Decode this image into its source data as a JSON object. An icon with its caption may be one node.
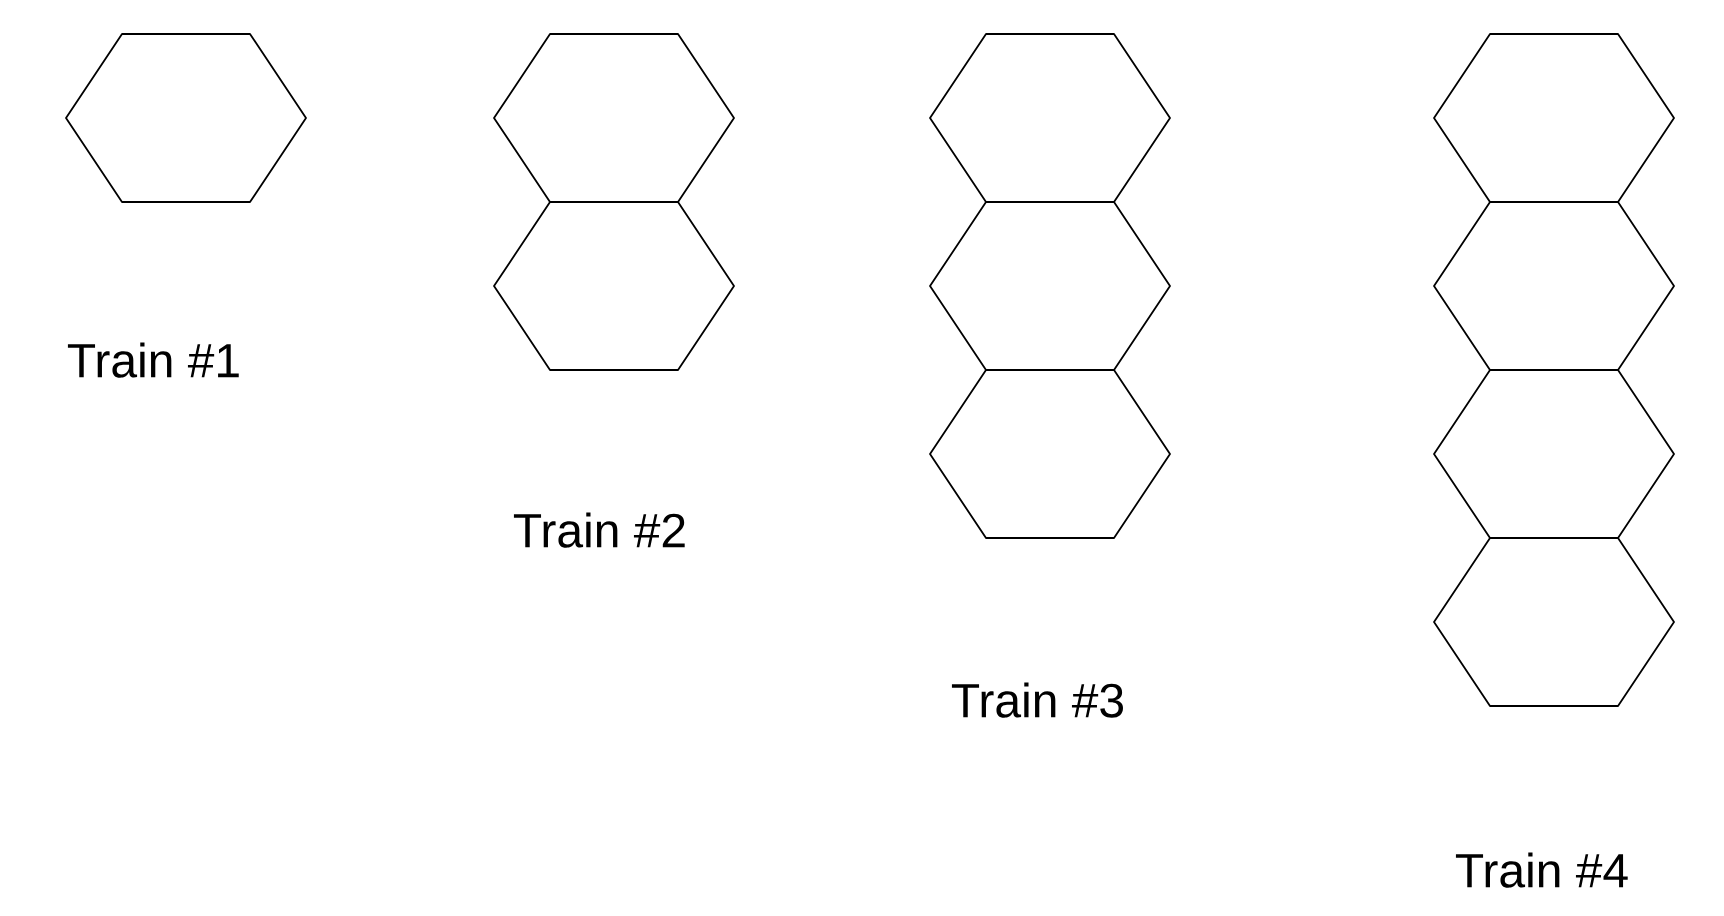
{
  "diagram": {
    "labels": [
      "Train #1",
      "Train #2",
      "Train #3",
      "Train #4"
    ]
  }
}
